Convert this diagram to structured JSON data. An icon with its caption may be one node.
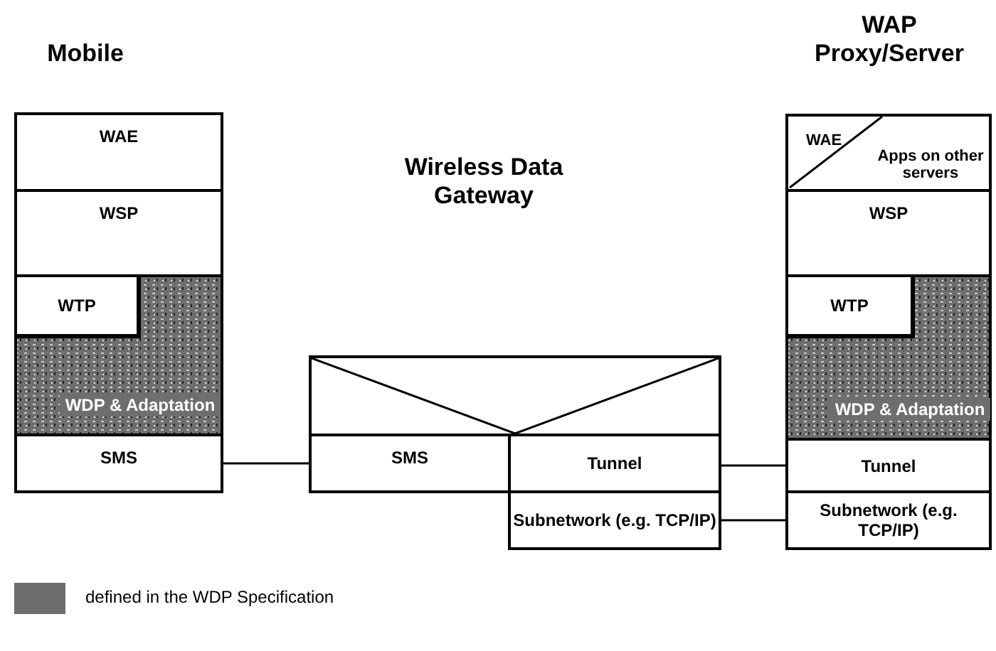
{
  "diagram": {
    "nodes": [
      {
        "text": [
          "WAE"
        ]
      },
      {
        "text": [
          "WSP"
        ]
      },
      {
        "text": [
          "WTP"
        ]
      },
      {
        "text": [
          "WDP & Adaptation"
        ]
      },
      {
        "text": [
          "SMS"
        ]
      },
      {
        "text": [],
        "shape": "box"
      },
      {
        "text": [
          "SMS"
        ]
      },
      {
        "text": [
          "Tunnel"
        ]
      },
      {
        "text": [
          "Subnetwork (e.g. TCP/IP)"
        ]
      },
      {
        "text": [
          "WAE"
        ]
      },
      {
        "text": [
          "Apps on other servers"
        ]
      },
      {
        "text": [
          "WSP"
        ]
      },
      {
        "text": [
          "WTP"
        ]
      },
      {
        "text": [
          "WDP & Adaptation"
        ]
      },
      {
        "text": [
          "Tunnel"
        ]
      },
      {
        "text": [
          "Subnetwork (e.g. TCP/IP)"
        ]
      }
    ],
    "edges": [
      {
        "from": 4,
        "to": 6,
        "arrow": "none"
      },
      {
        "from": 7,
        "to": 14,
        "arrow": "none"
      },
      {
        "from": 8,
        "to": 15,
        "arrow": "none"
      }
    ],
    "labels": [
      "Mobile",
      "WAP Proxy/Server",
      "Wireless Data Gateway"
    ],
    "legend": [
      {
        "text": "defined in the WDP Specification",
        "color": "#6e6e6e"
      }
    ]
  }
}
